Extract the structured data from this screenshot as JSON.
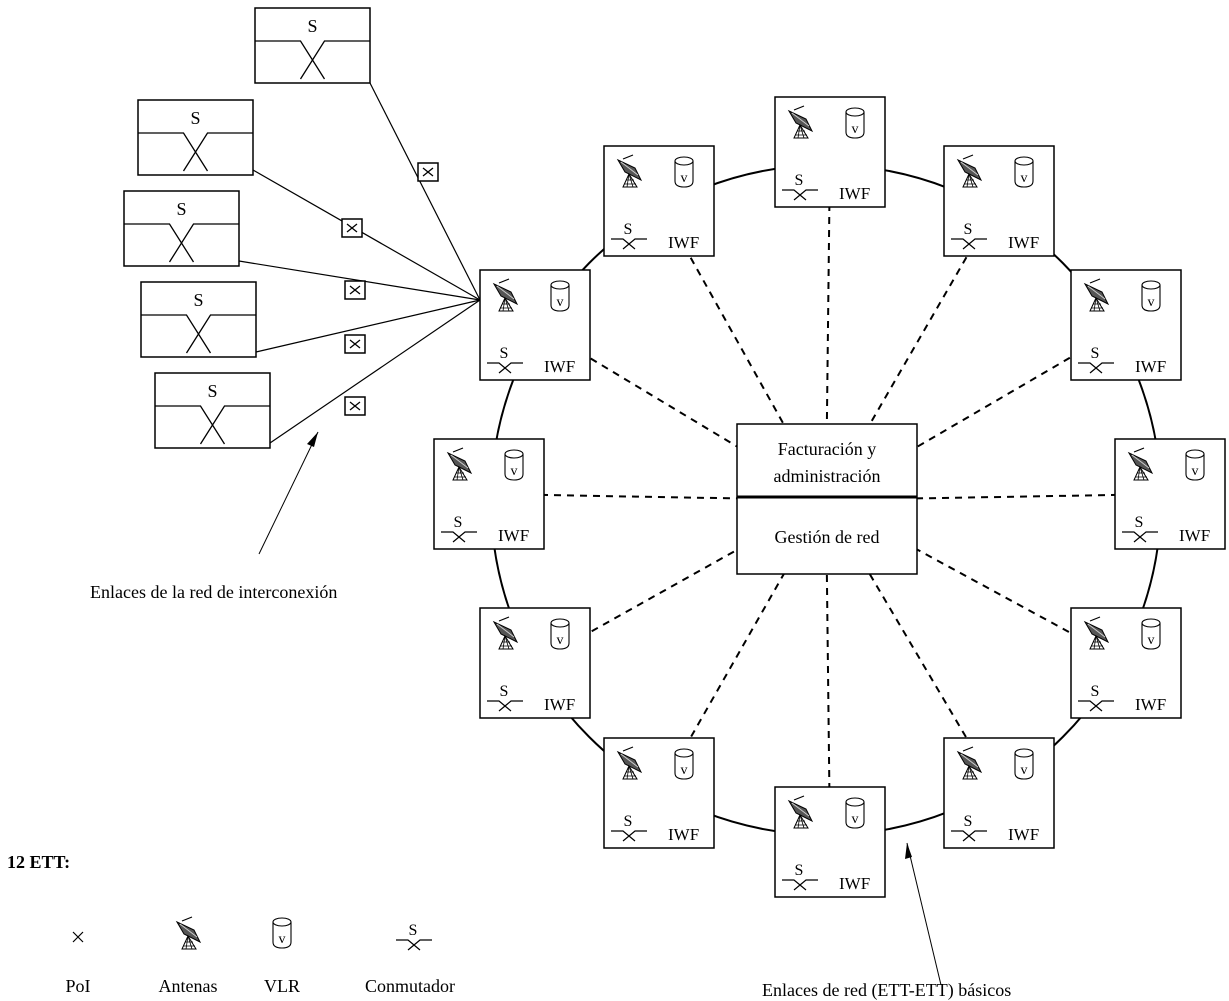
{
  "center": {
    "top_label_line1": "Facturación y",
    "top_label_line2": "administración",
    "bottom_label": "Gestión de red"
  },
  "node": {
    "switch_letter": "S",
    "vlr_letter": "v",
    "iwf_label": "IWF"
  },
  "external_switch_letter": "S",
  "annotations": {
    "interconnection_links": "Enlaces de la red de interconexión",
    "basic_network_links": "Enlaces de red (ETT-ETT) básicos"
  },
  "legend": {
    "title": "12 ETT:",
    "items": [
      {
        "icon": "poi-icon",
        "label": "PoI"
      },
      {
        "icon": "antenna-icon",
        "label": "Antenas"
      },
      {
        "icon": "vlr-icon",
        "label": "VLR"
      },
      {
        "icon": "switch-icon",
        "label": "Conmutador"
      }
    ]
  },
  "ett_count": 12
}
